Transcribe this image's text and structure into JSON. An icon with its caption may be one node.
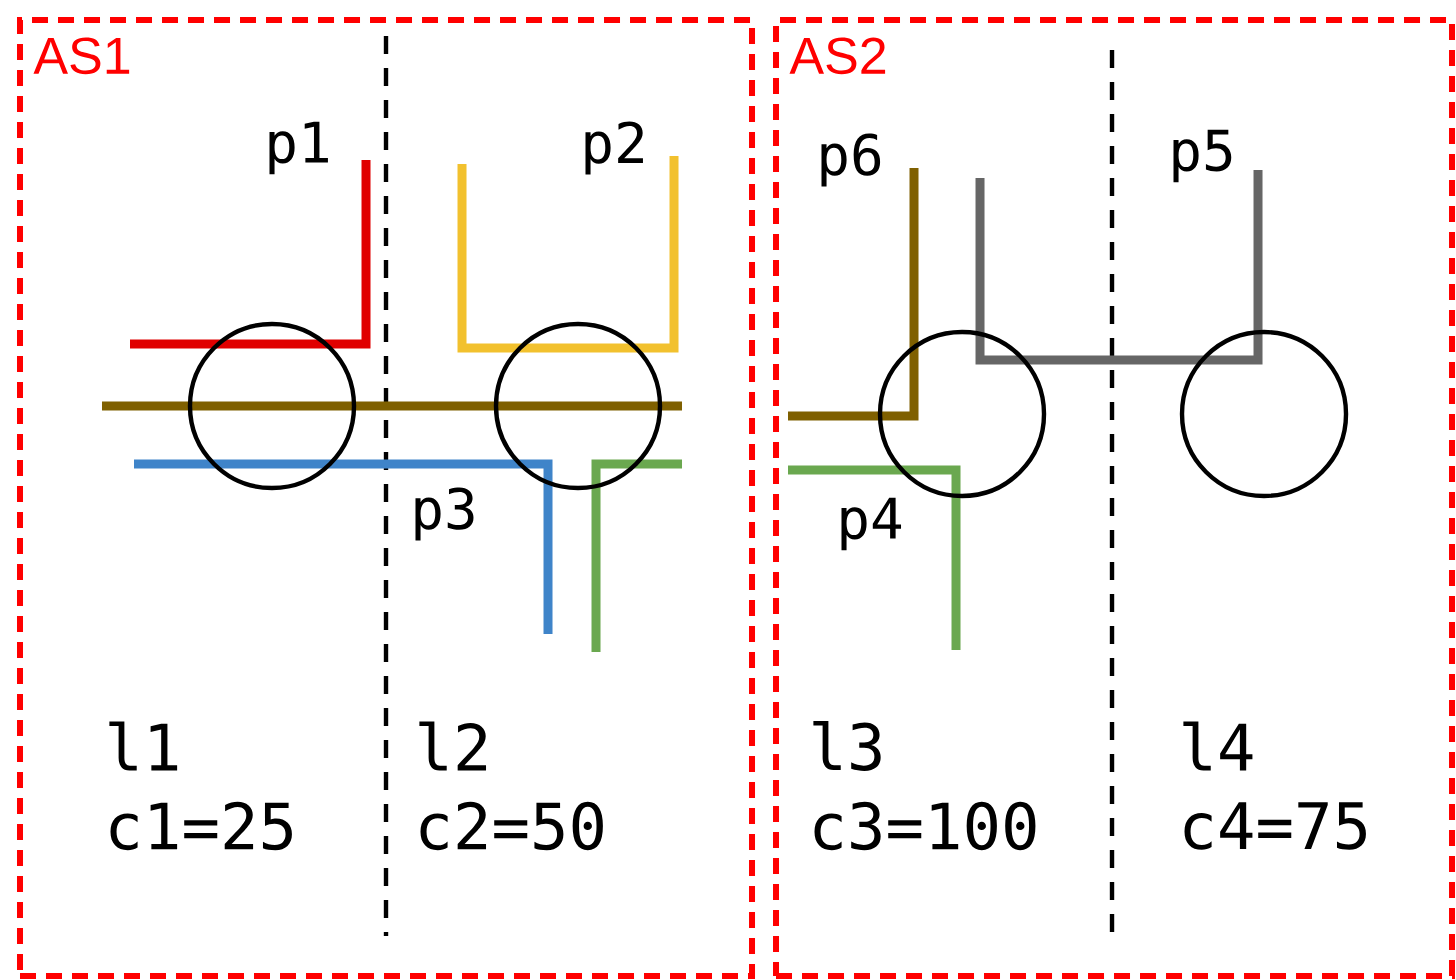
{
  "diagram": {
    "nodes": [
      {
        "text": [
          "AS1"
        ]
      },
      {
        "text": [
          "AS2"
        ]
      },
      {
        "text": [],
        "shape": "circle",
        "in": 0
      },
      {
        "text": [],
        "shape": "circle",
        "in": 0
      },
      {
        "text": [],
        "shape": "circle",
        "in": 1
      },
      {
        "text": [],
        "shape": "circle",
        "in": 1
      }
    ],
    "edges": [],
    "labels": [
      "p1",
      "p2",
      "p3",
      "p6",
      "p5",
      "p4",
      "l1",
      "l2",
      "c1=25",
      "c2=50",
      "l3",
      "l4",
      "c3=100",
      "c4=75"
    ]
  }
}
